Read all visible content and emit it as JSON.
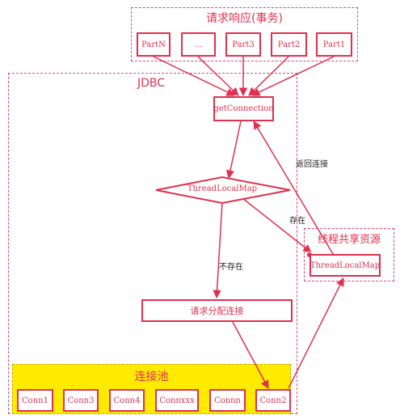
{
  "request_group": {
    "title": "请求响应(事务)",
    "parts": [
      "PartN",
      "...",
      "Part3",
      "Part2",
      "Part1"
    ]
  },
  "jdbc": {
    "title": "JDBC",
    "get_connection": "getConnection",
    "thread_local_map": "ThreadLocalMap",
    "request_allocate": "请求分配连接"
  },
  "shared": {
    "title": "线程共享资源",
    "thread_local_map": "ThreadLocalMap"
  },
  "pool": {
    "title": "连接池",
    "conns": [
      "Conn1",
      "Conn3",
      "Conn4",
      "Connxxx",
      "Connn",
      "Conn2"
    ]
  },
  "edge_labels": {
    "return_conn": "返回连接",
    "exists": "存在",
    "not_exists": "不存在"
  },
  "colors": {
    "accent": "#e0304f",
    "dashed_border": "#e0457a",
    "pool_fill": "#ffeb00"
  }
}
